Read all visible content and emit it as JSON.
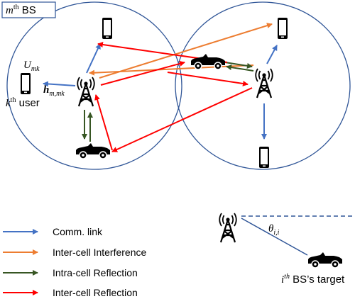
{
  "cell_label": {
    "var": "m",
    "sup": "th",
    "rest": " BS"
  },
  "user_symbol": {
    "var": "U",
    "sub": "mk"
  },
  "user_label": {
    "var": "k",
    "sup": "th",
    "rest": " user"
  },
  "channel_symbol": {
    "var": "h",
    "sub": "m,mk"
  },
  "angle_symbol": {
    "var": "θ",
    "sub": "i,i"
  },
  "target_label": {
    "var": "i",
    "sup": "th",
    "rest": " BS’s target"
  },
  "legend": [
    {
      "label": "Comm. link",
      "color": "#4472C4"
    },
    {
      "label": "Inter-cell Interference",
      "color": "#ED7D31"
    },
    {
      "label": "Intra-cell Reflection",
      "color": "#375623"
    },
    {
      "label": "Inter-cell Reflection",
      "color": "#FF0000"
    }
  ],
  "colors": {
    "circle": "#2F5597",
    "dash": "#2F5597"
  },
  "icons": [
    "phone-icon",
    "tower-icon",
    "car-icon"
  ]
}
